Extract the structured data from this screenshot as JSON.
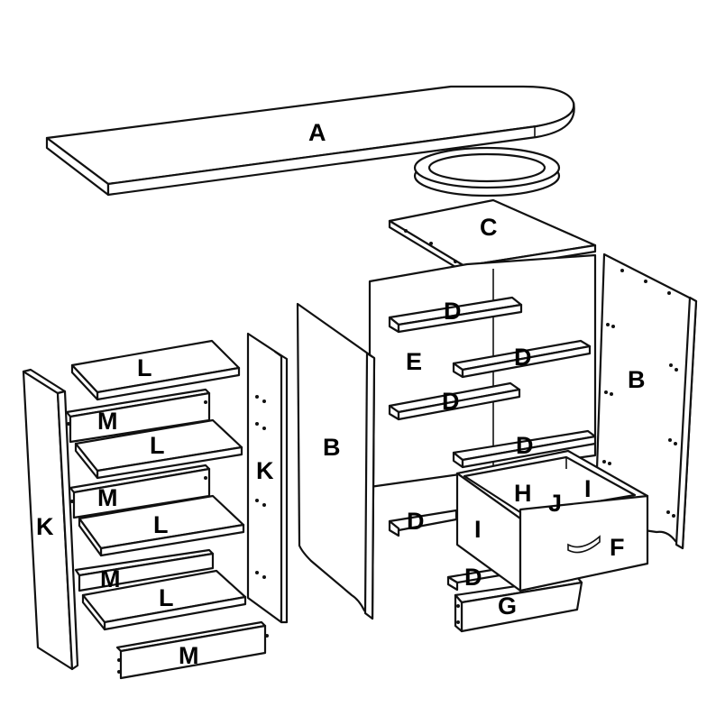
{
  "labels": {
    "top": "A",
    "side": "B",
    "ring_board": "C",
    "runner": "D",
    "back_panel": "E",
    "drawer_front": "F",
    "plinth": "G",
    "drawer_back": "H",
    "drawer_side": "I",
    "drawer_bottom": "J",
    "shelf_side": "K",
    "shelf": "L",
    "shelf_rail": "M"
  },
  "colors": {
    "line": "#111111",
    "fill": "#ffffff"
  }
}
